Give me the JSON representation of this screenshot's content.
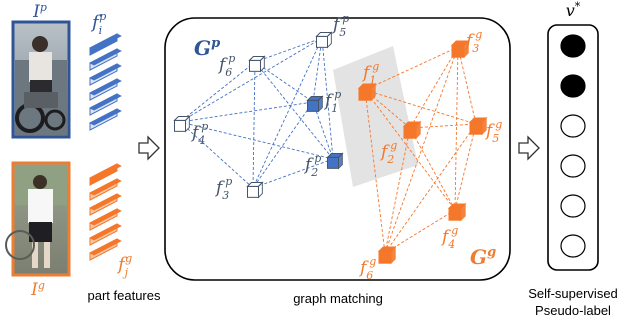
{
  "colors": {
    "probe": "#2f5597",
    "gallery": "#ed7d31",
    "node_blue": "#4472c4",
    "node_orange": "#f4772a",
    "match_band": "#d9d9d9",
    "dark_text": "#44546a"
  },
  "probe": {
    "image_label_base": "I",
    "image_label_sup": "p",
    "feature_label_base": "f",
    "feature_label_sub": "i",
    "feature_label_sup": "p"
  },
  "gallery": {
    "image_label_base": "I",
    "image_label_sup": "g",
    "feature_label_base": "f",
    "feature_label_sub": "j",
    "feature_label_sup": "g"
  },
  "captions": {
    "part_features": "part features",
    "graph_matching": "graph matching",
    "pseudo_line1": "Self-supervised",
    "pseudo_line2": "Pseudo-label"
  },
  "graph_p": {
    "title_base": "G",
    "title_sup": "p",
    "nodes": [
      {
        "base": "f",
        "sub": "6",
        "sup": "p"
      },
      {
        "base": "f",
        "sub": "5",
        "sup": "p"
      },
      {
        "base": "f",
        "sub": "4",
        "sup": "p"
      },
      {
        "base": "f",
        "sub": "1",
        "sup": "p"
      },
      {
        "base": "f",
        "sub": "2",
        "sup": "p"
      },
      {
        "base": "f",
        "sub": "3",
        "sup": "p"
      }
    ]
  },
  "graph_g": {
    "title_base": "G",
    "title_sup": "g",
    "nodes": [
      {
        "base": "f",
        "sub": "1",
        "sup": "g"
      },
      {
        "base": "f",
        "sub": "3",
        "sup": "g"
      },
      {
        "base": "f",
        "sub": "2",
        "sup": "g"
      },
      {
        "base": "f",
        "sub": "5",
        "sup": "g"
      },
      {
        "base": "f",
        "sub": "4",
        "sup": "g"
      },
      {
        "base": "f",
        "sub": "6",
        "sup": "g"
      }
    ]
  },
  "pseudo_label": {
    "title_base": "v",
    "title_sup": "*",
    "states": [
      "filled",
      "filled",
      "empty",
      "empty",
      "empty",
      "empty"
    ]
  },
  "icons": [
    "probe-person-photo",
    "gallery-person-photo",
    "right-arrow-icon",
    "right-arrow-icon"
  ]
}
